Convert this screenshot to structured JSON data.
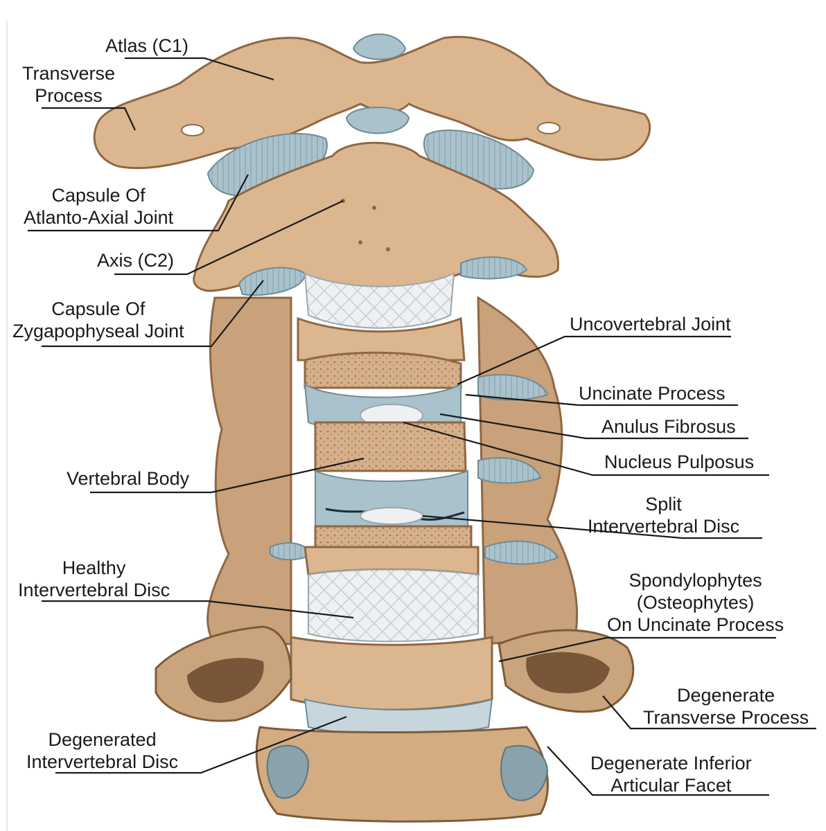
{
  "labels": {
    "atlas": "Atlas (C1)",
    "transverse_process": [
      "Transverse",
      "Process"
    ],
    "capsule_atlanto_axial": [
      "Capsule Of",
      "Atlanto-Axial Joint"
    ],
    "axis": "Axis (C2)",
    "capsule_zygapophyseal": [
      "Capsule Of",
      "Zygapophyseal Joint"
    ],
    "uncovertebral_joint": "Uncovertebral Joint",
    "uncinate_process": "Uncinate Process",
    "anulus_fibrosus": "Anulus Fibrosus",
    "nucleus_pulposus": "Nucleus Pulposus",
    "vertebral_body": "Vertebral Body",
    "split_disc": [
      "Split",
      "Intervertebral Disc"
    ],
    "healthy_disc": [
      "Healthy",
      "Intervertebral Disc"
    ],
    "spondylophytes": [
      "Spondylophytes",
      "(Osteophytes)",
      "On Uncinate Process"
    ],
    "degenerate_transverse": [
      "Degenerate",
      "Transverse Process"
    ],
    "degenerated_disc": [
      "Degenerated",
      "Intervertebral Disc"
    ],
    "degenerate_facet": [
      "Degenerate Inferior",
      "Articular Facet"
    ]
  },
  "colors": {
    "bone": "#dbb68e",
    "bone_shadow": "#b98d62",
    "bone_dark": "#8f6743",
    "cartilage": "#a9c2cc",
    "disc": "#eef0f2",
    "leader": "#1a1a1a"
  }
}
